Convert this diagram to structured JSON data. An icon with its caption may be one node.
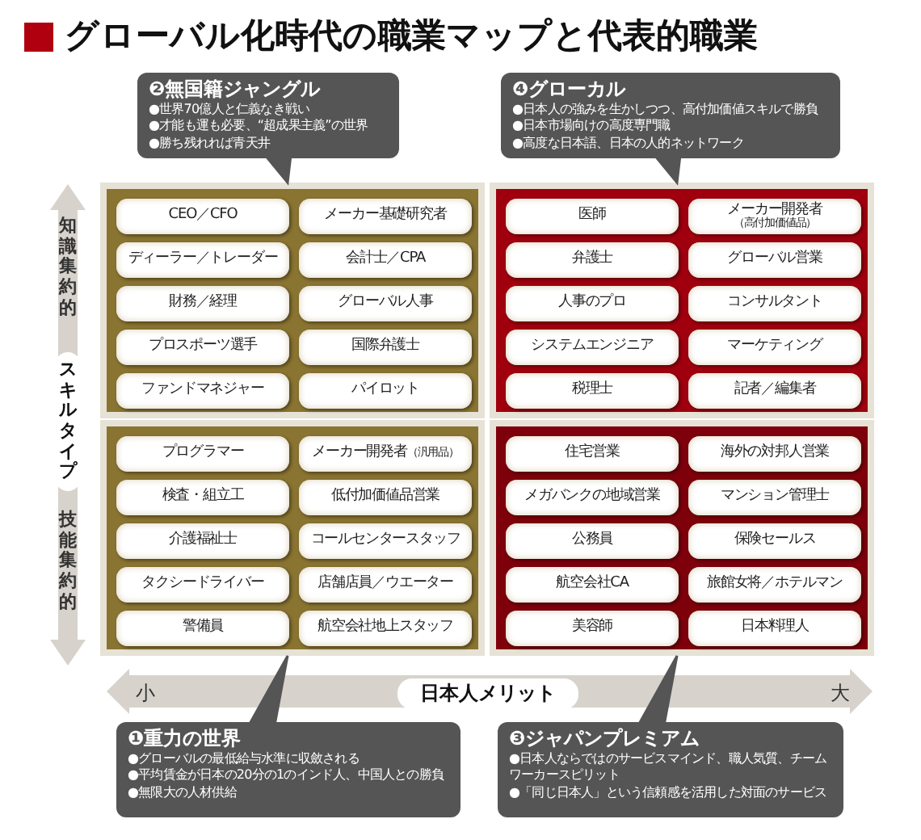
{
  "diagram": {
    "title": "グローバル化時代の職業マップと代表的職業",
    "nodes": [
      {
        "text": [
          "❷無国籍ジャングル",
          "●世界70億人と仁義なき戦い",
          "●才能も運も必要、“超成果主義”の世界",
          "●勝ち残れれば青天井"
        ]
      },
      {
        "text": [
          "❹グローカル",
          "●日本人の強みを生かしつつ、高付加価値スキルで勝負",
          "●日本市場向けの高度専門職",
          "●高度な日本語、日本の人的ネットワーク"
        ]
      },
      {
        "text": [],
        "shape": "box"
      },
      {
        "text": [
          "CEO／CFO"
        ],
        "in": 2
      },
      {
        "text": [
          "メーカー基礎研究者"
        ],
        "in": 2
      },
      {
        "text": [
          "ディーラー／トレーダー"
        ],
        "in": 2
      },
      {
        "text": [
          "会計士／CPA"
        ],
        "in": 2
      },
      {
        "text": [
          "財務／経理"
        ],
        "in": 2
      },
      {
        "text": [
          "グローバル人事"
        ],
        "in": 2
      },
      {
        "text": [
          "プロスポーツ選手"
        ],
        "in": 2
      },
      {
        "text": [
          "国際弁護士"
        ],
        "in": 2
      },
      {
        "text": [
          "ファンドマネジャー"
        ],
        "in": 2
      },
      {
        "text": [
          "パイロット"
        ],
        "in": 2
      },
      {
        "text": [],
        "shape": "box"
      },
      {
        "text": [
          "医師"
        ],
        "in": 13
      },
      {
        "text": [
          "メーカー開発者",
          "（高付加価値品）"
        ],
        "in": 13
      },
      {
        "text": [
          "弁護士"
        ],
        "in": 13
      },
      {
        "text": [
          "グローバル営業"
        ],
        "in": 13
      },
      {
        "text": [
          "人事のプロ"
        ],
        "in": 13
      },
      {
        "text": [
          "コンサルタント"
        ],
        "in": 13
      },
      {
        "text": [
          "システムエンジニア"
        ],
        "in": 13
      },
      {
        "text": [
          "マーケティング"
        ],
        "in": 13
      },
      {
        "text": [
          "税理士"
        ],
        "in": 13
      },
      {
        "text": [
          "記者／編集者"
        ],
        "in": 13
      },
      {
        "text": [],
        "shape": "box"
      },
      {
        "text": [
          "プログラマー"
        ],
        "in": 24
      },
      {
        "text": [
          "メーカー開発者",
          "（汎用品）"
        ],
        "in": 24
      },
      {
        "text": [
          "検査・組立工"
        ],
        "in": 24
      },
      {
        "text": [
          "低付加価値品営業"
        ],
        "in": 24
      },
      {
        "text": [
          "介護福祉士"
        ],
        "in": 24
      },
      {
        "text": [
          "コールセンタースタッフ"
        ],
        "in": 24
      },
      {
        "text": [
          "タクシードライバー"
        ],
        "in": 24
      },
      {
        "text": [
          "店舗店員／ウエーター"
        ],
        "in": 24
      },
      {
        "text": [
          "警備員"
        ],
        "in": 24
      },
      {
        "text": [
          "航空会社地上スタッフ"
        ],
        "in": 24
      },
      {
        "text": [],
        "shape": "box"
      },
      {
        "text": [
          "住宅営業"
        ],
        "in": 35
      },
      {
        "text": [
          "海外の対邦人営業"
        ],
        "in": 35
      },
      {
        "text": [
          "メガバンクの地域営業"
        ],
        "in": 35
      },
      {
        "text": [
          "マンション管理士"
        ],
        "in": 35
      },
      {
        "text": [
          "公務員"
        ],
        "in": 35
      },
      {
        "text": [
          "保険セールス"
        ],
        "in": 35
      },
      {
        "text": [
          "航空会社CA"
        ],
        "in": 35
      },
      {
        "text": [
          "旅館女将／ホテルマン"
        ],
        "in": 35
      },
      {
        "text": [
          "美容師"
        ],
        "in": 35
      },
      {
        "text": [
          "日本料理人"
        ],
        "in": 35
      },
      {
        "text": [
          "❶重力の世界",
          "●グローバルの最低給与水準に収斂される",
          "●平均賃金が日本の20分の1のインド人、中国人との勝負",
          "●無限大の人材供給"
        ]
      },
      {
        "text": [
          "❸ジャパンプレミアム",
          "●日本人ならではのサービスマインド、職人気質、チームワーカースピリット",
          "●「同じ日本人」という信頼感を活用した対面のサービス"
        ]
      }
    ],
    "edges": [
      {
        "from": 0,
        "to": 2,
        "arrow": "to"
      },
      {
        "from": 1,
        "to": 13,
        "arrow": "to"
      },
      {
        "from": 46,
        "to": 24,
        "arrow": "to"
      },
      {
        "from": 47,
        "to": 35,
        "arrow": "to"
      }
    ],
    "labels": [
      "知識集約的",
      "スキルタイプ",
      "技能集約的",
      "小",
      "日本人メリット",
      "大"
    ]
  }
}
